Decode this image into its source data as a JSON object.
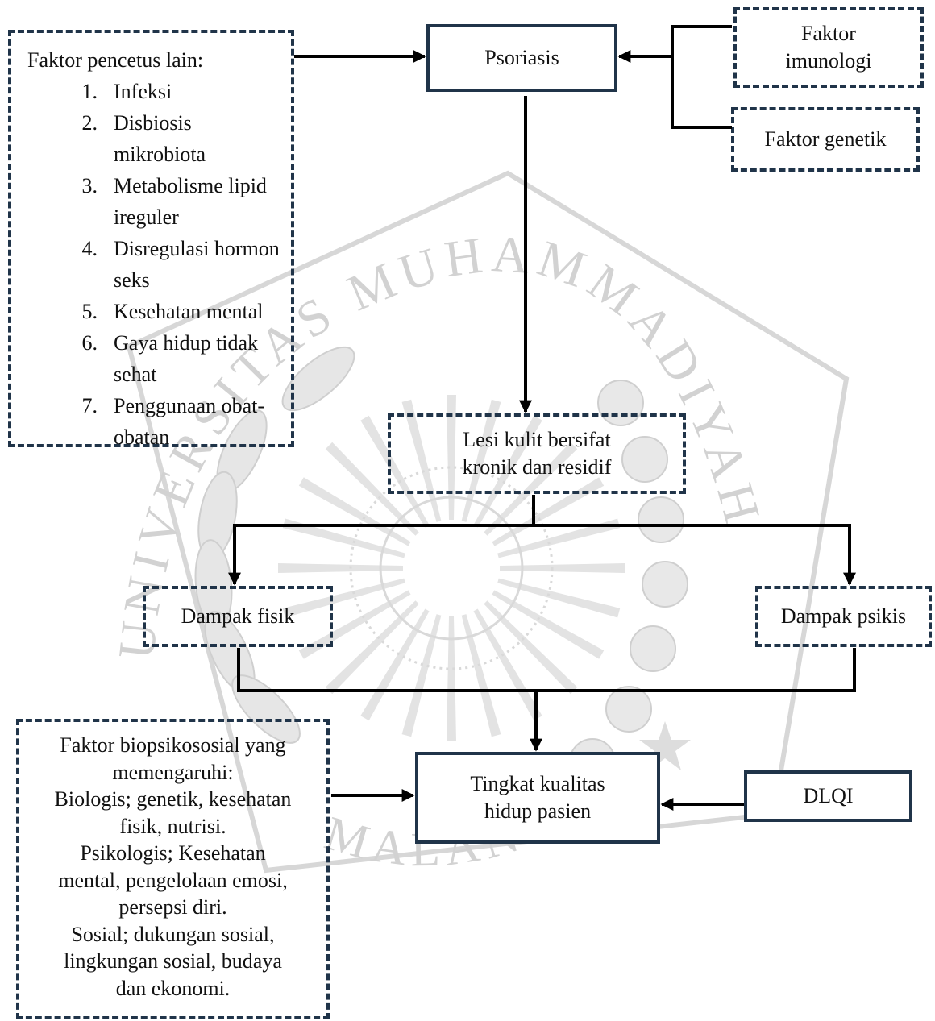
{
  "diagram": {
    "line_color": "#000000",
    "box_border_color": "#203449",
    "nodes": {
      "psoriasis": "Psoriasis",
      "imunologi": "Faktor imunologi",
      "genetik": "Faktor genetik",
      "pencetus": {
        "heading": "Faktor pencetus lain:",
        "items": [
          {
            "num": "1.",
            "text": "Infeksi"
          },
          {
            "num": "2.",
            "text": "Disbiosis mikrobiota"
          },
          {
            "num": "3.",
            "text": "Metabolisme lipid ireguler"
          },
          {
            "num": "4.",
            "text": "Disregulasi hormon seks"
          },
          {
            "num": "5.",
            "text": "Kesehatan mental"
          },
          {
            "num": "6.",
            "text": "Gaya hidup tidak sehat"
          },
          {
            "num": "7.",
            "text": "Penggunaan obat-obatan"
          }
        ]
      },
      "lesi": "Lesi kulit bersifat kronik dan residif",
      "dampak_fisik": "Dampak fisik",
      "dampak_psikis": "Dampak psikis",
      "kualitas": "Tingkat kualitas hidup pasien",
      "dlqi": "DLQI",
      "biopsikososial": {
        "lines": [
          "Faktor biopsikososial yang",
          "memengaruhi:",
          "Biologis; genetik, kesehatan",
          "fisik, nutrisi.",
          "Psikologis; Kesehatan",
          "mental, pengelolaan emosi,",
          "persepsi diri.",
          "Sosial; dukungan sosial,",
          "lingkungan sosial, budaya",
          "dan ekonomi."
        ]
      }
    },
    "watermark": {
      "top_text": "UNIVERSITAS MUHAMMADIYAH",
      "bottom_text": "MALANG",
      "color": "#d4d4d4"
    }
  }
}
